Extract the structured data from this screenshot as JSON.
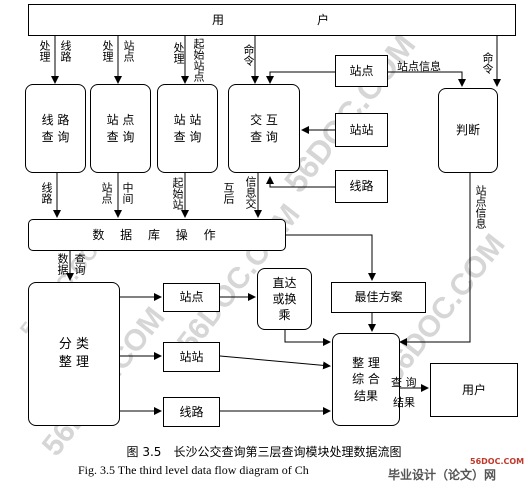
{
  "boxes": {
    "user_top": "用　　　　　　户",
    "route_query": "线 路\n查 询",
    "stop_query": "站 点\n查 询",
    "stop_stop_query": "站 站\n查 询",
    "interactive_query": "交 互\n查 询",
    "stop_input": "站点",
    "stopstop_input": "站站",
    "route_input": "线路",
    "judge": "判断",
    "database": "数 据 库 操 作",
    "classify": "分 类\n整 理",
    "stop_out": "站点",
    "stopstop_out": "站站",
    "route_out": "线路",
    "direct_transfer": "直达\n或换\n乘",
    "best_plan": "最佳方案",
    "summary": "整 理\n综 合\n结果",
    "user_bottom": "用户"
  },
  "labels": {
    "process1": "处理",
    "route": "线路",
    "process2": "处理",
    "stop": "站点",
    "process3": "处理",
    "start_end_stop": "起始站点",
    "command1": "命令",
    "stop_info": "站点信息",
    "command2": "命令",
    "route_down": "线路",
    "stop_middle_a": "站点",
    "stop_middle_b": "中间",
    "start_stop": "起始站",
    "interact_a": "互后",
    "interact_b": "信息交",
    "stop_info_v": "站点信息",
    "data_a": "数据",
    "data_b": "查询",
    "query": "查 询",
    "result": "结果"
  },
  "caption": {
    "cn": "图 3.5　长沙公交查询第三层查询模块处理数据流图",
    "en": "Fig. 3.5     The third level data flow diagram of Ch"
  },
  "watermarks": {
    "w1": "56DOC.COM",
    "w2": "56DOC.COM",
    "w3": "56DOC.COM",
    "w4": "56DOC.COM",
    "w5": "56DOC.COM"
  },
  "brand": {
    "site": "56DOC.COM",
    "name": "毕业设计（论文）网"
  }
}
